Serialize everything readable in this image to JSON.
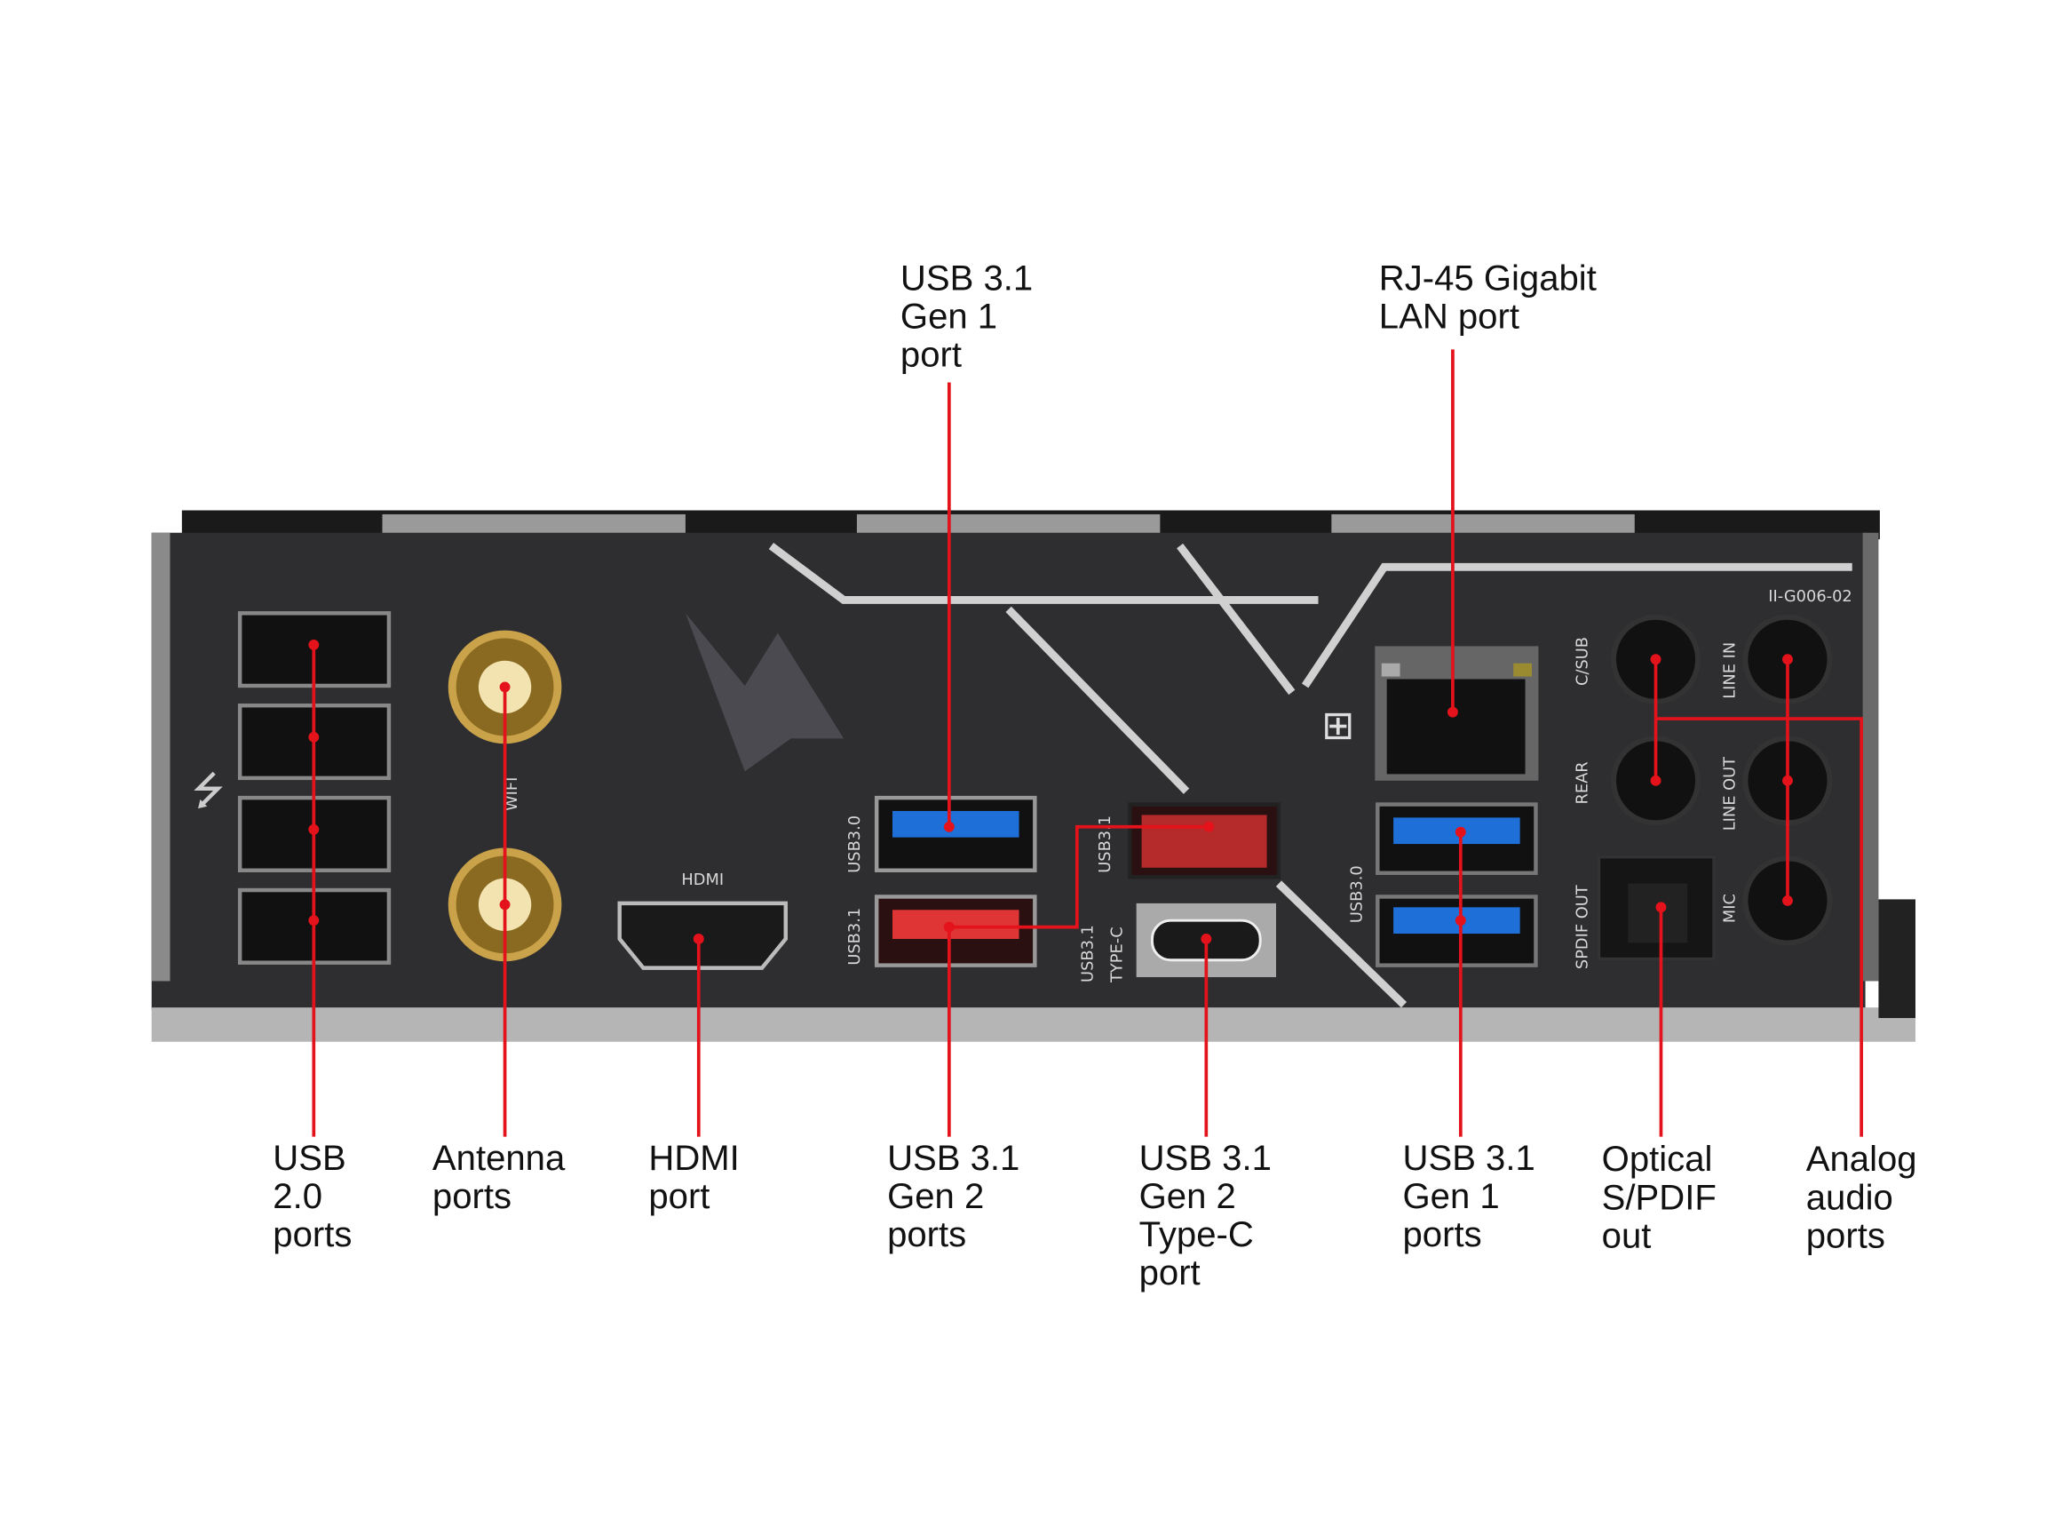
{
  "callouts_top": [
    {
      "id": "usb31-gen1-port",
      "text": "USB 3.1\nGen 1\nport"
    },
    {
      "id": "rj45",
      "text": "RJ-45 Gigabit\nLAN port"
    }
  ],
  "callouts_bottom": [
    {
      "id": "usb20",
      "text": "USB\n2.0\nports"
    },
    {
      "id": "antenna",
      "text": "Antenna\nports"
    },
    {
      "id": "hdmi",
      "text": "HDMI\nport"
    },
    {
      "id": "usb31-gen2",
      "text": "USB 3.1\nGen 2\nports"
    },
    {
      "id": "usb31-typec",
      "text": "USB 3.1\nGen 2\nType-C\nport"
    },
    {
      "id": "usb31-gen1",
      "text": "USB 3.1\nGen 1\nports"
    },
    {
      "id": "spdif",
      "text": "Optical\nS/PDIF\nout"
    },
    {
      "id": "audio",
      "text": "Analog\naudio\nports"
    }
  ],
  "panel_print": {
    "wifi": "WIFI",
    "hdmi": "HDMI",
    "usb30_a": "USB3.0",
    "usb31_a": "USB3.1",
    "usb31_b": "USB3.1",
    "usb31_typec_1": "USB3.1",
    "usb31_typec_2": "TYPE-C",
    "usb30_b": "USB3.0",
    "csub": "C/SUB",
    "rear": "REAR",
    "spdif": "SPDIF OUT",
    "line_in": "LINE IN",
    "line_out": "LINE OUT",
    "mic": "MIC",
    "part_no": "II-G006-02"
  },
  "colors": {
    "callout": "#e3121b",
    "panel": "#2e2e30",
    "usb3_blue": "#1f6fd8",
    "usb31_red": "#d8302f"
  }
}
